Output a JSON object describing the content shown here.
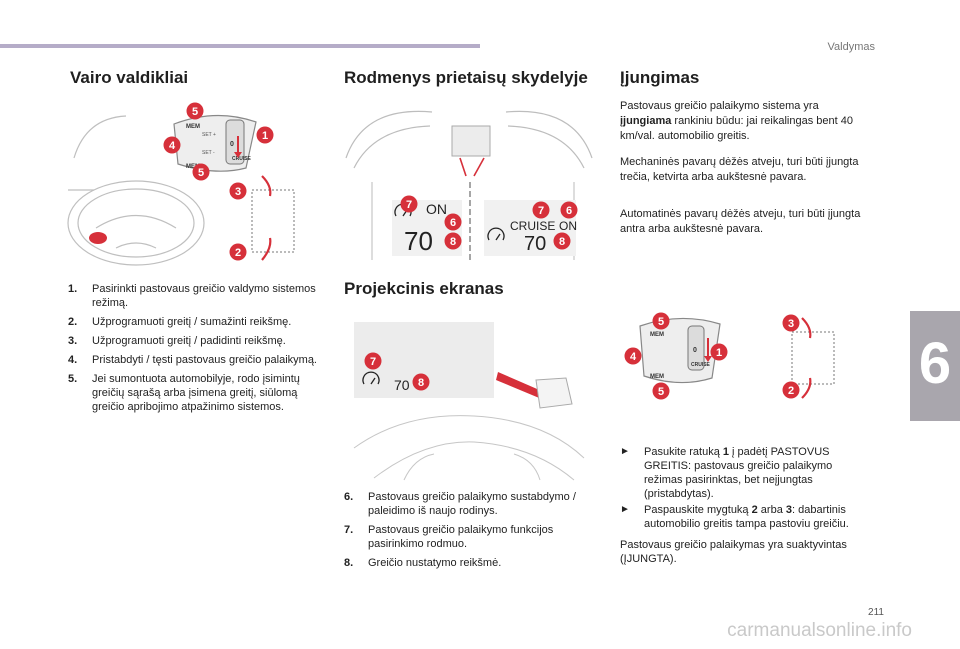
{
  "header": {
    "section": "Valdymas"
  },
  "chapter": {
    "number": "6"
  },
  "page_number": "211",
  "watermark": "carmanualsonline.info",
  "col1": {
    "title": "Vairo valdikliai",
    "stalk_labels": {
      "mem": "MEM",
      "set_plus": "SET +",
      "set_minus": "SET -",
      "zero": "0",
      "cruise": "CRUISE"
    },
    "items": [
      {
        "num": "1.",
        "text": "Pasirinkti pastovaus greičio valdymo sistemos režimą."
      },
      {
        "num": "2.",
        "text": "Užprogramuoti greitį / sumažinti reikšmę."
      },
      {
        "num": "3.",
        "text": "Užprogramuoti greitį / padidinti reikšmę."
      },
      {
        "num": "4.",
        "text": "Pristabdyti / tęsti pastovaus greičio palaikymą."
      },
      {
        "num": "5.",
        "text": "Jei sumontuota automobilyje, rodo įsimintų greičių sąrašą arba įsimena greitį, siūlomą greičio apribojimo atpažinimo sistemos."
      }
    ]
  },
  "col2": {
    "title": "Rodmenys prietaisų skydelyje",
    "panel_left": {
      "status": "ON",
      "value": "70"
    },
    "panel_right": {
      "mode": "CRUISE",
      "status": "ON",
      "value": "70"
    },
    "title2": "Projekcinis ekranas",
    "hud": {
      "value": "70"
    },
    "items": [
      {
        "num": "6.",
        "text": "Pastovaus greičio palaikymo sustabdymo / paleidimo iš naujo rodinys."
      },
      {
        "num": "7.",
        "text": "Pastovaus greičio palaikymo funkcijos pasirinkimo rodmuo."
      },
      {
        "num": "8.",
        "text": "Greičio nustatymo reikšmė."
      }
    ]
  },
  "col3": {
    "title": "Įjungimas",
    "p1_pre": "Pastovaus greičio palaikymo sistema yra ",
    "p1_bold": "įjungiama",
    "p1_post": " rankiniu būdu: jai reikalingas bent 40 km/val. automobilio greitis.",
    "p2": "Mechaninės pavarų dėžės atveju, turi būti įjungta trečia, ketvirta arba aukštesnė pavara.",
    "p3": "Automatinės pavarų dėžės atveju, turi būti įjungta antra arba aukštesnė pavara.",
    "b1_pre": "Pasukite ratuką ",
    "b1_num": "1",
    "b1_post": " į padėtį PASTOVUS GREITIS: pastovaus greičio palaikymo režimas pasirinktas, bet neįjungtas (pristabdytas).",
    "b2_pre": "Paspauskite mygtuką ",
    "b2_n2": "2",
    "b2_mid": " arba ",
    "b2_n3": "3",
    "b2_post": ": dabartinis automobilio greitis tampa pastoviu greičiu.",
    "p4": "Pastovaus greičio palaikymas yra suaktyvintas (ĮJUNGTA)."
  },
  "callouts": [
    "1",
    "2",
    "3",
    "4",
    "5",
    "6",
    "7",
    "8"
  ],
  "colors": {
    "callout_red": "#d6303a",
    "topbar": "#b5acc8",
    "tab_grey": "#a9a6ad"
  }
}
